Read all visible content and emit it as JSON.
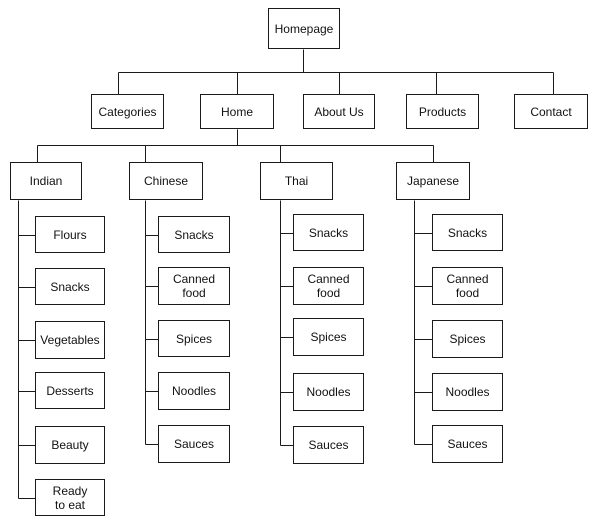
{
  "root": {
    "label": "Homepage"
  },
  "level1": [
    {
      "id": "categories",
      "label": "Categories"
    },
    {
      "id": "home",
      "label": "Home"
    },
    {
      "id": "about-us",
      "label": "About Us"
    },
    {
      "id": "products",
      "label": "Products"
    },
    {
      "id": "contact",
      "label": "Contact"
    }
  ],
  "level2": [
    {
      "id": "indian",
      "label": "Indian",
      "children": [
        "Flours",
        "Snacks",
        "Vegetables",
        "Desserts",
        "Beauty",
        "Ready\nto eat"
      ]
    },
    {
      "id": "chinese",
      "label": "Chinese",
      "children": [
        "Snacks",
        "Canned\nfood",
        "Spices",
        "Noodles",
        "Sauces"
      ]
    },
    {
      "id": "thai",
      "label": "Thai",
      "children": [
        "Snacks",
        "Canned\nfood",
        "Spices",
        "Noodles",
        "Sauces"
      ]
    },
    {
      "id": "japanese",
      "label": "Japanese",
      "children": [
        "Snacks",
        "Canned\nfood",
        "Spices",
        "Noodles",
        "Sauces"
      ]
    }
  ]
}
